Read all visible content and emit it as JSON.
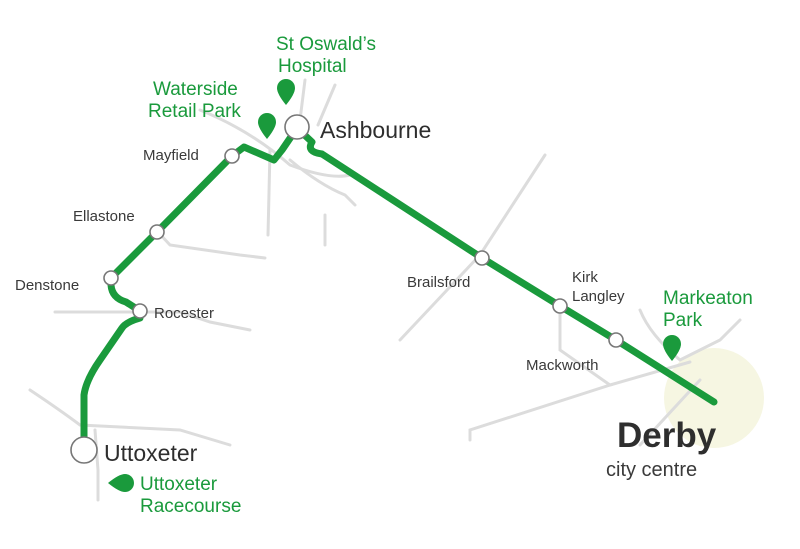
{
  "colors": {
    "route": "#1a9a3c",
    "road": "#dcdcdc",
    "city_area": "#f6f6e2",
    "text": "#333333"
  },
  "towns": {
    "ashbourne": "Ashbourne",
    "uttoxeter": "Uttoxeter",
    "derby": "Derby",
    "derby_sub": "city centre"
  },
  "stops": {
    "mayfield": "Mayfield",
    "ellastone": "Ellastone",
    "denstone": "Denstone",
    "rocester": "Rocester",
    "brailsford": "Brailsford",
    "kirk_langley_1": "Kirk",
    "kirk_langley_2": "Langley",
    "mackworth": "Mackworth"
  },
  "poi": {
    "st_oswalds_1": "St Oswald’s",
    "st_oswalds_2": "Hospital",
    "waterside_1": "Waterside",
    "waterside_2": "Retail Park",
    "markeaton_1": "Markeaton",
    "markeaton_2": "Park",
    "racecourse_1": "Uttoxeter",
    "racecourse_2": "Racecourse"
  }
}
